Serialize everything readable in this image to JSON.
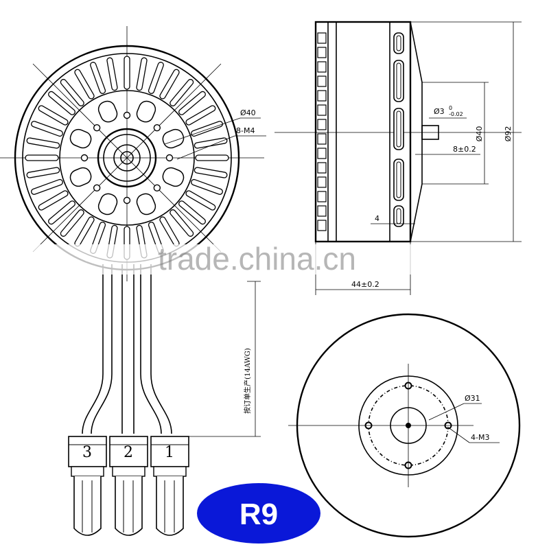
{
  "labels": {
    "front_dia": "Ø40",
    "front_holes": "8-M4",
    "shaft_dia": "Ø3",
    "shaft_tol_upper": "0",
    "shaft_tol_lower": "-0.02",
    "shaft_len": "8±0.2",
    "side_dia_inner": "Ø40",
    "side_dia_outer": "Ø92",
    "side_small": "4",
    "side_len": "44±0.2",
    "back_dia": "Ø31",
    "back_holes": "4-M3",
    "wire_note": "按订单生产(14AWG)"
  },
  "connectors": [
    "3",
    "2",
    "1"
  ],
  "watermark": "trade.china.cn",
  "badge": {
    "text": "R9",
    "color": "#0a18d8"
  }
}
